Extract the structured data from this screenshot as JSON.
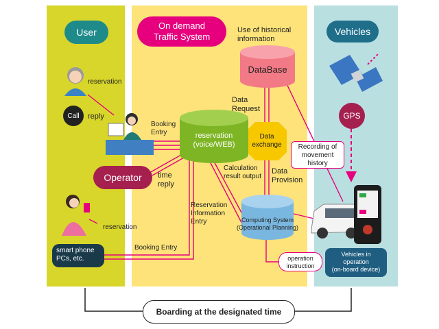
{
  "colors": {
    "user_bg": "#d8d62a",
    "system_bg": "#fde37a",
    "vehicle_bg": "#b9dfe0",
    "pink": "#e6007e",
    "maroon": "#a5204f",
    "teal": "#1f6f8b",
    "green_cyl": "#7db524",
    "pink_cyl": "#f27a86",
    "blue_cyl": "#7ab7e0",
    "yellow_oct": "#f7c800"
  },
  "columns": {
    "user": {
      "title": "User"
    },
    "system": {
      "title_line1": "On demand",
      "title_line2": "Traffic System"
    },
    "vehicles": {
      "title": "Vehicles"
    }
  },
  "labels": {
    "historical_line1": "Use of historical",
    "historical_line2": "information",
    "database": "DataBase",
    "data_request_line1": "Data",
    "data_request_line2": "Request",
    "data_exchange_line1": "Data",
    "data_exchange_line2": "exchange",
    "data_provision_line1": "Data",
    "data_provision_line2": "Provision",
    "reservation_top": "reservation",
    "call": "Call",
    "reply": "reply",
    "booking_entry_line1": "Booking",
    "booking_entry_line2": "Entry",
    "reservation_cyl_line1": "reservation",
    "reservation_cyl_line2": "(voice/WEB)",
    "operator": "Operator",
    "time_reply_line1": "time",
    "time_reply_line2": "reply",
    "calc_line1": "Calculation",
    "calc_line2": "result output",
    "reservation_info_line1": "Reservation",
    "reservation_info_line2": "Information",
    "reservation_info_line3": "Entry",
    "reservation_mid": "reservation",
    "booking_entry_bottom": "Booking Entry",
    "smartphone_line1": "smart phone",
    "smartphone_line2": "PCs, etc.",
    "computing_line1": "Computing System",
    "computing_line2": "(Operational Planning)",
    "gps": "GPS",
    "recording_line1": "Recording of",
    "recording_line2": "movement",
    "recording_line3": "history",
    "operation_line1": "operation",
    "operation_line2": "instruction",
    "vehicles_op_line1": "Vehicles in",
    "vehicles_op_line2": "operation",
    "vehicles_op_line3": "(on-board device)",
    "boarding": "Boarding at the designated time"
  }
}
